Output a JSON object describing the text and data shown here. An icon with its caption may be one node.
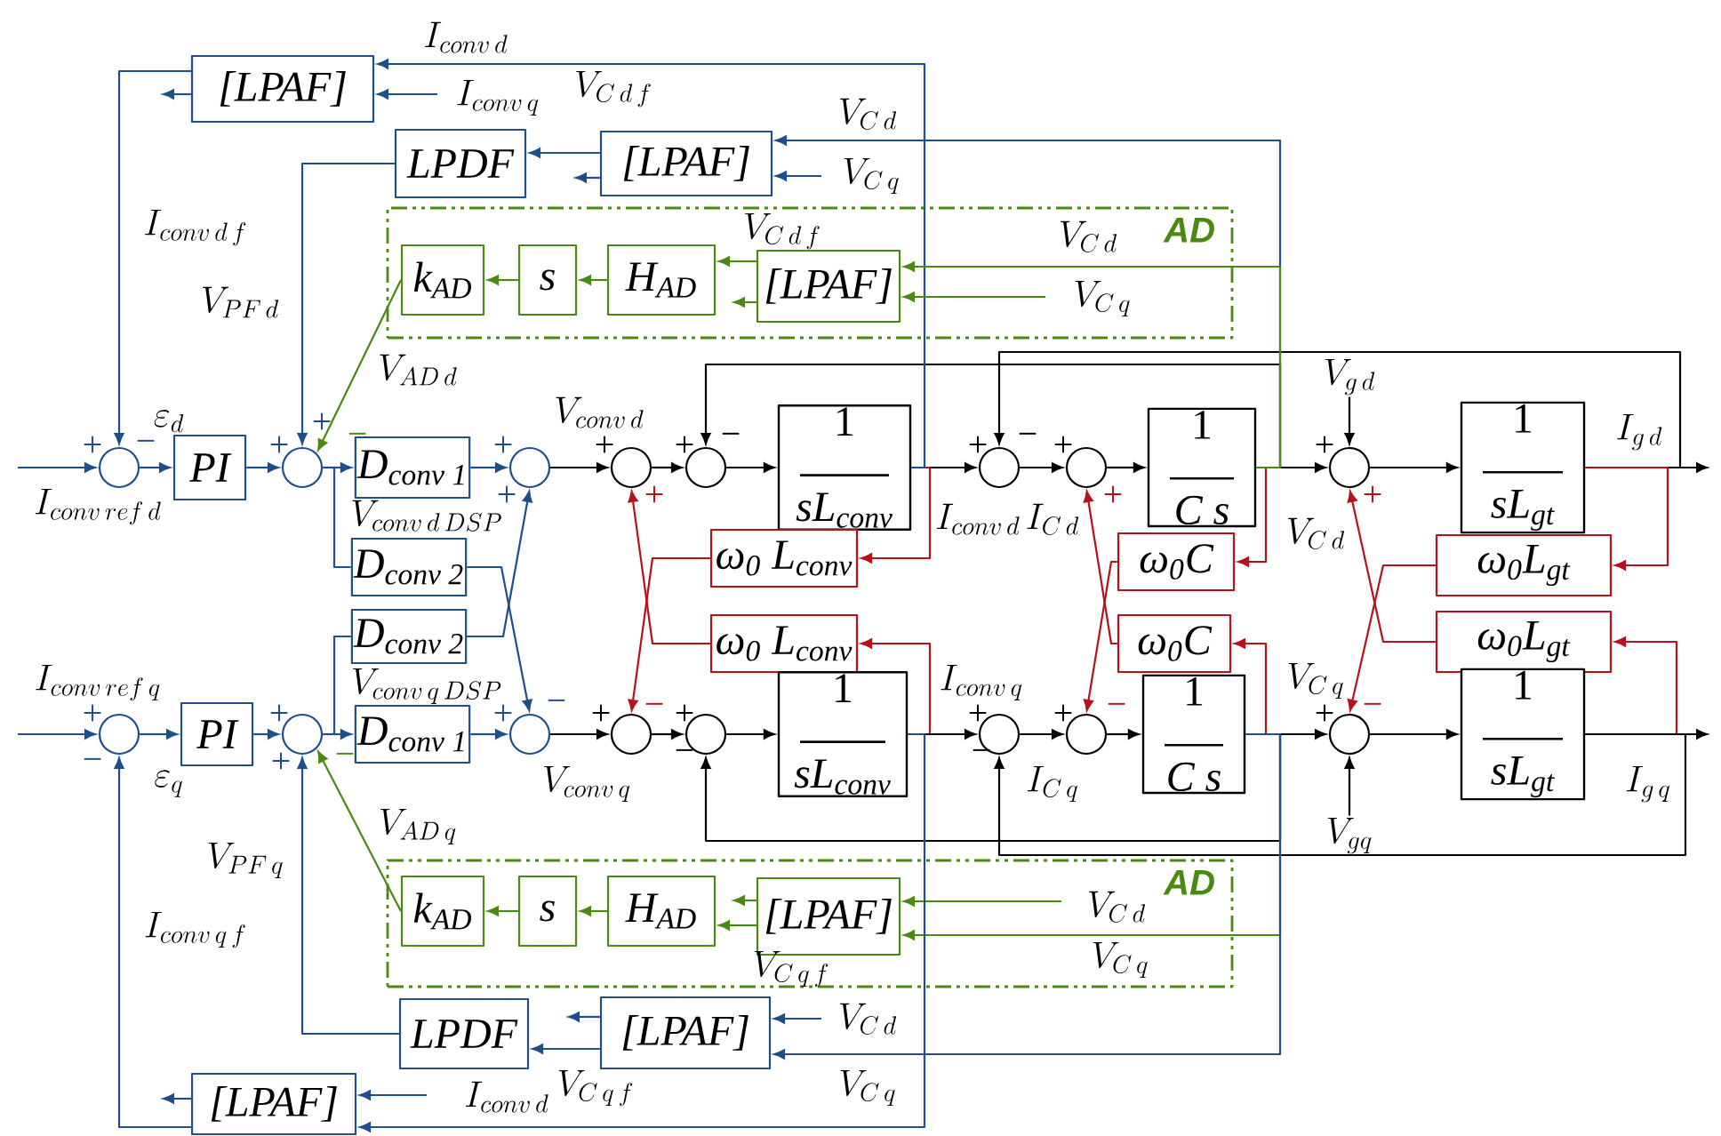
{
  "diagram": {
    "nodes": [
      {
        "text": [
          "[LPAF]"
        ]
      },
      {
        "text": [
          "LPDF"
        ]
      },
      {
        "text": [
          "[LPAF]"
        ]
      },
      {
        "text": [
          "AD"
        ]
      },
      {
        "text": [
          "k$_{AD}$"
        ],
        "in": 3
      },
      {
        "text": [
          "s"
        ],
        "in": 3
      },
      {
        "text": [
          "H$_{AD}$"
        ],
        "in": 3
      },
      {
        "text": [
          "[LPAF]"
        ],
        "in": 3
      },
      {
        "text": [],
        "shape": "circle"
      },
      {
        "text": [
          "PI"
        ]
      },
      {
        "text": [],
        "shape": "circle"
      },
      {
        "text": [
          "D$_{conv 1}$"
        ]
      },
      {
        "text": [
          "D$_{conv 2}$"
        ]
      },
      {
        "text": [
          "D$_{conv 2}$"
        ]
      },
      {
        "text": [],
        "shape": "circle"
      },
      {
        "text": [],
        "shape": "circle"
      },
      {
        "text": [],
        "shape": "circle"
      },
      {
        "text": [
          "1",
          "sL$_{conv}$"
        ]
      },
      {
        "text": [],
        "shape": "circle"
      },
      {
        "text": [],
        "shape": "circle"
      },
      {
        "text": [
          "1",
          "C s"
        ]
      },
      {
        "text": [],
        "shape": "circle"
      },
      {
        "text": [
          "1",
          "sL$_{gt}$"
        ]
      },
      {
        "text": [
          "ω$_{0}$ L$_{conv}$"
        ]
      },
      {
        "text": [
          "ω$_{0}$ L$_{conv}$"
        ]
      },
      {
        "text": [
          "ω$_{0}$C"
        ]
      },
      {
        "text": [
          "ω$_{0}$C"
        ]
      },
      {
        "text": [
          "ω$_{0}$L$_{gt}$"
        ]
      },
      {
        "text": [
          "ω$_{0}$L$_{gt}$"
        ]
      },
      {
        "text": [],
        "shape": "circle"
      },
      {
        "text": [
          "PI"
        ]
      },
      {
        "text": [],
        "shape": "circle"
      },
      {
        "text": [
          "D$_{conv 1}$"
        ]
      },
      {
        "text": [],
        "shape": "circle"
      },
      {
        "text": [],
        "shape": "circle"
      },
      {
        "text": [],
        "shape": "circle"
      },
      {
        "text": [
          "1",
          "sL$_{conv}$"
        ]
      },
      {
        "text": [],
        "shape": "circle"
      },
      {
        "text": [],
        "shape": "circle"
      },
      {
        "text": [
          "1",
          "C s"
        ]
      },
      {
        "text": [],
        "shape": "circle"
      },
      {
        "text": [
          "1",
          "sL$_{gt}$"
        ]
      },
      {
        "text": [
          "AD"
        ]
      },
      {
        "text": [
          "k$_{AD}$"
        ],
        "in": 42
      },
      {
        "text": [
          "s"
        ],
        "in": 42
      },
      {
        "text": [
          "H$_{AD}$"
        ],
        "in": 42
      },
      {
        "text": [
          "[LPAF]"
        ],
        "in": 42
      },
      {
        "text": [
          "LPDF"
        ]
      },
      {
        "text": [
          "[LPAF]"
        ]
      },
      {
        "text": [
          "[LPAF]"
        ]
      },
      {
        "text": [
          "V_{g\\,d}"
        ]
      },
      {
        "text": [
          "V_{gq}"
        ]
      }
    ],
    "edges": [
      {
        "from": null,
        "to": 8,
        "arrow": "to"
      },
      {
        "from": 8,
        "to": 9,
        "arrow": "to"
      },
      {
        "from": 9,
        "to": 10,
        "arrow": "to"
      },
      {
        "from": 10,
        "to": 11,
        "arrow": "to"
      },
      {
        "from": 10,
        "to": 12,
        "arrow": "none"
      },
      {
        "from": 11,
        "to": 14,
        "arrow": "to"
      },
      {
        "from": 12,
        "to": 33,
        "arrow": "to"
      },
      {
        "from": 13,
        "to": 14,
        "arrow": "to"
      },
      {
        "from": 31,
        "to": 13,
        "arrow": "none"
      },
      {
        "from": 14,
        "to": 15,
        "arrow": "to",
        "color": "#000000"
      },
      {
        "from": 15,
        "to": 16,
        "arrow": "to",
        "color": "#000000"
      },
      {
        "from": 16,
        "to": 17,
        "arrow": "to",
        "color": "#000000"
      },
      {
        "from": 17,
        "to": 18,
        "arrow": "to",
        "color": "#000000"
      },
      {
        "from": 18,
        "to": 19,
        "arrow": "to",
        "color": "#000000"
      },
      {
        "from": 19,
        "to": 20,
        "arrow": "to",
        "color": "#000000"
      },
      {
        "from": 20,
        "to": 21,
        "arrow": "to",
        "color": "#000000"
      },
      {
        "from": 21,
        "to": 22,
        "arrow": "to",
        "color": "#000000"
      },
      {
        "from": 22,
        "to": null,
        "arrow": "to",
        "color": "#000000"
      },
      {
        "from": 20,
        "to": 16,
        "arrow": "to",
        "color": "#000000"
      },
      {
        "from": 22,
        "to": 18,
        "arrow": "to",
        "color": "#000000"
      },
      {
        "from": 50,
        "to": 21,
        "arrow": "to",
        "color": "#000000"
      },
      {
        "from": 17,
        "to": 23,
        "arrow": "to",
        "color": "#b5121b"
      },
      {
        "from": 23,
        "to": 34,
        "arrow": "to",
        "color": "#b5121b"
      },
      {
        "from": 24,
        "to": 15,
        "arrow": "to",
        "color": "#b5121b"
      },
      {
        "from": 36,
        "to": 24,
        "arrow": "to",
        "color": "#b5121b"
      },
      {
        "from": 20,
        "to": 25,
        "arrow": "to",
        "color": "#b5121b"
      },
      {
        "from": 25,
        "to": 38,
        "arrow": "to",
        "color": "#b5121b"
      },
      {
        "from": 26,
        "to": 19,
        "arrow": "to",
        "color": "#b5121b"
      },
      {
        "from": 39,
        "to": 26,
        "arrow": "to",
        "color": "#b5121b"
      },
      {
        "from": 22,
        "to": 27,
        "arrow": "to",
        "color": "#b5121b"
      },
      {
        "from": 27,
        "to": 40,
        "arrow": "to",
        "color": "#b5121b"
      },
      {
        "from": 28,
        "to": 21,
        "arrow": "to",
        "color": "#b5121b"
      },
      {
        "from": 41,
        "to": 28,
        "arrow": "to",
        "color": "#b5121b"
      },
      {
        "from": null,
        "to": 29,
        "arrow": "to"
      },
      {
        "from": 29,
        "to": 30,
        "arrow": "to"
      },
      {
        "from": 30,
        "to": 31,
        "arrow": "to"
      },
      {
        "from": 31,
        "to": 32,
        "arrow": "to"
      },
      {
        "from": 32,
        "to": 33,
        "arrow": "to"
      },
      {
        "from": 33,
        "to": 34,
        "arrow": "to",
        "color": "#000000"
      },
      {
        "from": 34,
        "to": 35,
        "arrow": "to",
        "color": "#000000"
      },
      {
        "from": 35,
        "to": 36,
        "arrow": "to",
        "color": "#000000"
      },
      {
        "from": 36,
        "to": 37,
        "arrow": "to",
        "color": "#000000"
      },
      {
        "from": 37,
        "to": 38,
        "arrow": "to",
        "color": "#000000"
      },
      {
        "from": 38,
        "to": 39,
        "arrow": "to",
        "color": "#000000"
      },
      {
        "from": 39,
        "to": 40,
        "arrow": "to",
        "color": "#000000"
      },
      {
        "from": 40,
        "to": 41,
        "arrow": "to",
        "color": "#000000"
      },
      {
        "from": 41,
        "to": null,
        "arrow": "to",
        "color": "#000000"
      },
      {
        "from": 39,
        "to": 35,
        "arrow": "to",
        "color": "#000000"
      },
      {
        "from": 41,
        "to": 37,
        "arrow": "to",
        "color": "#000000"
      },
      {
        "from": 51,
        "to": 40,
        "arrow": "to",
        "color": "#000000"
      },
      {
        "from": 17,
        "to": 0,
        "arrow": "to"
      },
      {
        "from": null,
        "to": 0,
        "arrow": "to"
      },
      {
        "from": 0,
        "to": 8,
        "arrow": "to"
      },
      {
        "from": 0,
        "to": null,
        "arrow": "to"
      },
      {
        "from": 20,
        "to": 2,
        "arrow": "to"
      },
      {
        "from": null,
        "to": 2,
        "arrow": "to"
      },
      {
        "from": 2,
        "to": 1,
        "arrow": "to"
      },
      {
        "from": 2,
        "to": null,
        "arrow": "to"
      },
      {
        "from": 1,
        "to": 10,
        "arrow": "to"
      },
      {
        "from": 20,
        "to": 7,
        "arrow": "to",
        "color": "#4a8a10"
      },
      {
        "from": null,
        "to": 7,
        "arrow": "to",
        "color": "#4a8a10"
      },
      {
        "from": 7,
        "to": 6,
        "arrow": "to",
        "color": "#4a8a10"
      },
      {
        "from": 7,
        "to": null,
        "arrow": "to",
        "color": "#4a8a10"
      },
      {
        "from": 6,
        "to": 5,
        "arrow": "to",
        "color": "#4a8a10"
      },
      {
        "from": 5,
        "to": 4,
        "arrow": "to",
        "color": "#4a8a10"
      },
      {
        "from": 4,
        "to": 10,
        "arrow": "to",
        "color": "#4a8a10"
      },
      {
        "from": 39,
        "to": 46,
        "arrow": "to",
        "color": "#4a8a10"
      },
      {
        "from": null,
        "to": 46,
        "arrow": "to",
        "color": "#4a8a10"
      },
      {
        "from": 46,
        "to": 45,
        "arrow": "to",
        "color": "#4a8a10"
      },
      {
        "from": 46,
        "to": null,
        "arrow": "to",
        "color": "#4a8a10"
      },
      {
        "from": 45,
        "to": 44,
        "arrow": "to",
        "color": "#4a8a10"
      },
      {
        "from": 44,
        "to": 43,
        "arrow": "to",
        "color": "#4a8a10"
      },
      {
        "from": 43,
        "to": 31,
        "arrow": "to",
        "color": "#4a8a10"
      },
      {
        "from": 39,
        "to": 48,
        "arrow": "to"
      },
      {
        "from": null,
        "to": 48,
        "arrow": "to"
      },
      {
        "from": 48,
        "to": 47,
        "arrow": "to"
      },
      {
        "from": 48,
        "to": null,
        "arrow": "to"
      },
      {
        "from": 47,
        "to": 31,
        "arrow": "to"
      },
      {
        "from": 36,
        "to": 49,
        "arrow": "to"
      },
      {
        "from": null,
        "to": 49,
        "arrow": "to"
      },
      {
        "from": 49,
        "to": 29,
        "arrow": "to"
      },
      {
        "from": 49,
        "to": null,
        "arrow": "to"
      }
    ],
    "labels": [
      "I_{conv\\,d}",
      "I_{conv\\,q}",
      "V_{C\\,d\\,f}",
      "V_{C\\,d}",
      "V_{C\\,q}",
      "I_{conv\\,d\\,f}",
      "V_{C\\,d\\,f}",
      "V_{C\\,d}",
      "V_{PF\\,d}",
      "V_{C\\,q}",
      "V_{AD\\,d}",
      "\\varepsilon_{d}",
      "V_{conv\\,d}",
      "I_{g\\,d}",
      "I_{conv\\,ref\\,d}",
      "V_{conv\\,d\\,DSP}",
      "I_{conv\\,d}",
      "I_{C\\,d}",
      "V_{C\\,d}",
      "I_{conv\\,ref\\,q}",
      "V_{conv\\,q\\,DSP}",
      "I_{conv\\,q}",
      "V_{C\\,q}",
      "\\varepsilon_{q}",
      "V_{conv\\,q}",
      "I_{C\\,q}",
      "I_{g\\,q}",
      "V_{AD\\,q}",
      "V_{PF\\,q}",
      "I_{conv\\,q\\,f}",
      "V_{C\\,d}",
      "V_{C\\,q\\,f}",
      "V_{C\\,q}",
      "V_{C\\,d}",
      "I_{conv\\,d}",
      "V_{C\\,q\\,f}",
      "V_{C\\,q}",
      "+",
      "−",
      "+",
      "+",
      "−",
      "+",
      "+",
      "+",
      "+",
      "+",
      "−",
      "+",
      "−",
      "+",
      "+",
      "+",
      "+",
      "+",
      "−",
      "+",
      "+",
      "−",
      "+",
      "−",
      "+",
      "−",
      "+",
      "−",
      "+",
      "−",
      "+",
      "−",
      "+",
      "−"
    ]
  }
}
